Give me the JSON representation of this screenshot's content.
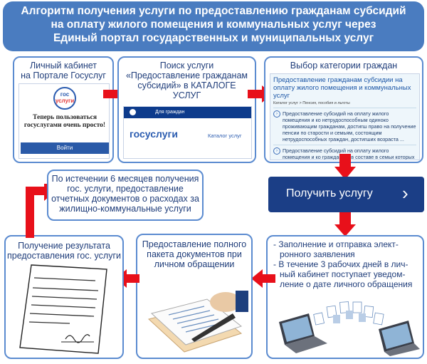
{
  "title": {
    "line1": "Алгоритм получения услуги по предоставлению гражданам субсидий",
    "line2": "на оплату жилого помещения и коммунальных услуг через",
    "line3": "Единый портал государственных и муниципальных услуг"
  },
  "step1": {
    "caption1": "Личный кабинет",
    "caption2": "на Портале Госуслуг",
    "logo_top": "гос",
    "logo_bottom": "услуги",
    "greeting": "Теперь пользоваться госуслугами очень просто!",
    "login_button": "Войти"
  },
  "step2": {
    "caption": "Поиск услуги «Предоставление гражданам субсидий» в КАТАЛОГЕ УСЛУГ",
    "bar_text": "Для граждан",
    "logo_text": "госуслуги",
    "catalog_text": "Каталог услуг"
  },
  "step3": {
    "caption": "Выбор категории граждан",
    "service_title": "Предоставление гражданам субсидии на оплату жилого помещения и коммунальных услуг",
    "breadcrumb": "Каталог услуг > Пенсия, пособия и льготы",
    "item1": "Предоставление субсидий на оплату жилого помещения и ко нетрудоспособным одиноко проживающим гражданам, достигш право на получение пенсии по старости и семьям, состоящим нетрудоспособных граждан, достигших возраста ...",
    "item2": "Предоставление субсидий на оплату жилого помещения и ко гражданам, в составе в семьи которых входят трудоспособные несовершеннолетние дети и (или) работающие пенсионеры"
  },
  "get_service": {
    "label": "Получить услугу",
    "arrow": "›"
  },
  "step4": {
    "line1": "- Заполнение и отправка элект-",
    "line2": "ронного заявления",
    "line3": "- В течение 3 рабочих дней в лич-",
    "line4": "ный кабинет поступает уведом-",
    "line5": "ление о дате личного обращения"
  },
  "step5": {
    "line1": "Предоставление полного",
    "line2": "пакета документов при",
    "line3": "личном обращении"
  },
  "step6": {
    "line1": "Получение результата",
    "line2": "предоставления гос. услуги"
  },
  "step7": {
    "line1": "По истечении 6 месяцев получения",
    "line2": "гос. услуги, предоставление",
    "line3": "отчетных документов о расходах за",
    "line4": "жилищно-коммунальные услуги"
  },
  "colors": {
    "title_bg": "#4a7cc0",
    "box_border": "#5b8bd0",
    "arrow_red": "#e8101a",
    "button_blue": "#1b3e86"
  }
}
